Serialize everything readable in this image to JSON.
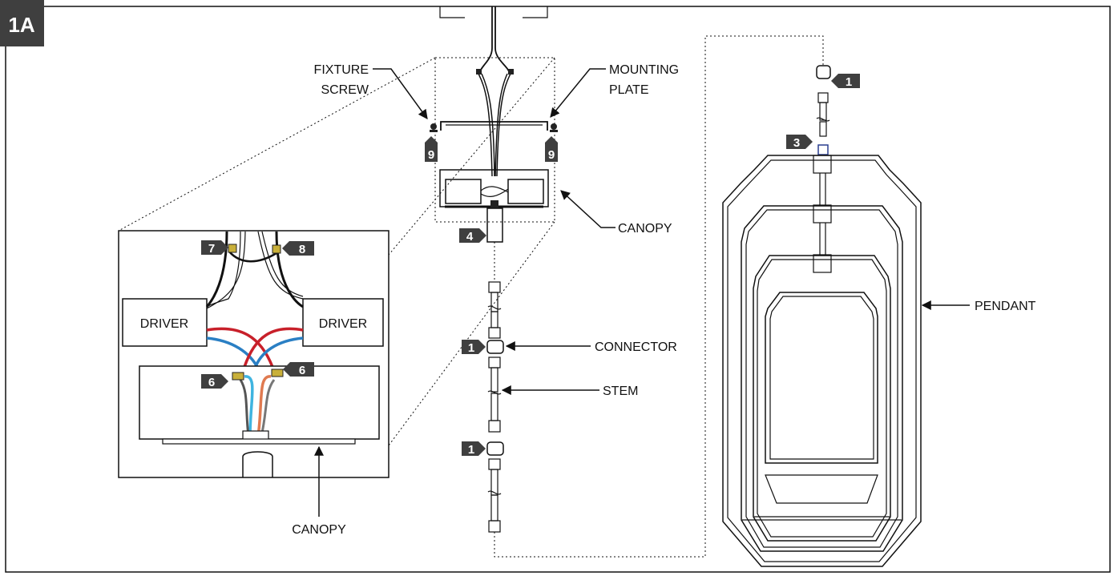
{
  "figure": {
    "id": "1A",
    "colors": {
      "tag": "#3f3f3f",
      "line": "#111111",
      "wire_red": "#c8202a",
      "wire_blue": "#2a7fc4",
      "wire_black": "#222222",
      "wire_orange": "#e07a50",
      "wire_cyan": "#3fb4e0"
    }
  },
  "labels": {
    "fixture_screw_1": "FIXTURE",
    "fixture_screw_2": "SCREW",
    "mounting_plate_1": "MOUNTING",
    "mounting_plate_2": "PLATE",
    "canopy_top": "CANOPY",
    "pendant": "PENDANT",
    "connector": "CONNECTOR",
    "stem": "STEM",
    "canopy_bottom": "CANOPY",
    "driver_left": "DRIVER",
    "driver_right": "DRIVER"
  },
  "tags": {
    "t1_top": "1",
    "t3": "3",
    "t4": "4",
    "t9_left": "9",
    "t9_right": "9",
    "t7": "7",
    "t8": "8",
    "t6_left": "6",
    "t6_right": "6",
    "t1_connector": "1",
    "t1_lower": "1"
  }
}
